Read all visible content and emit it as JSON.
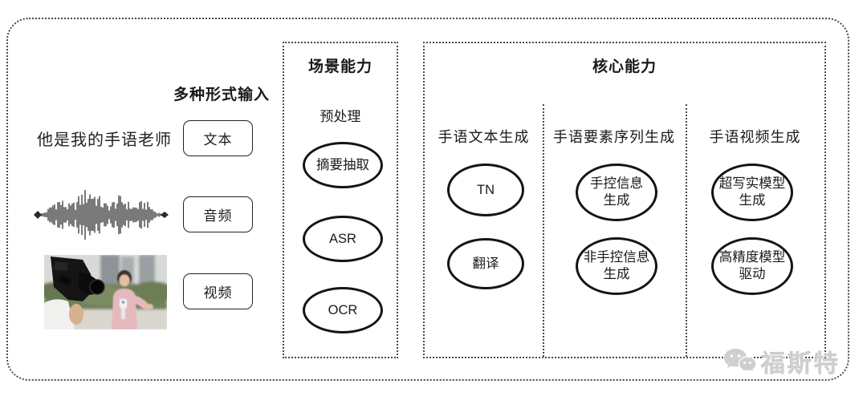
{
  "diagram": {
    "input": {
      "heading": "多种形式输入",
      "text_sample": "他是我的手语老师",
      "types": [
        {
          "label": "文本"
        },
        {
          "label": "音频"
        },
        {
          "label": "视频"
        }
      ]
    },
    "scene": {
      "title": "场景能力",
      "stage_label": "预处理",
      "nodes": [
        {
          "label": "摘要抽取"
        },
        {
          "label": "ASR"
        },
        {
          "label": "OCR"
        }
      ]
    },
    "core": {
      "title": "核心能力",
      "columns": [
        {
          "title": "手语文本生成",
          "nodes": [
            {
              "label": "TN"
            },
            {
              "label": "翻译"
            }
          ]
        },
        {
          "title": "手语要素序列生成",
          "nodes": [
            {
              "label": "手控信息\n生成"
            },
            {
              "label": "非手控信息\n生成"
            }
          ]
        },
        {
          "title": "手语视频生成",
          "nodes": [
            {
              "label": "超写实模型\n生成"
            },
            {
              "label": "高精度模型\n驱动"
            }
          ]
        }
      ]
    },
    "watermark": {
      "text": "福斯特",
      "icon": "wechat-icon",
      "color": "#cfcfcf"
    },
    "colors": {
      "line": "#1a1a1a",
      "background": "#ffffff"
    }
  }
}
